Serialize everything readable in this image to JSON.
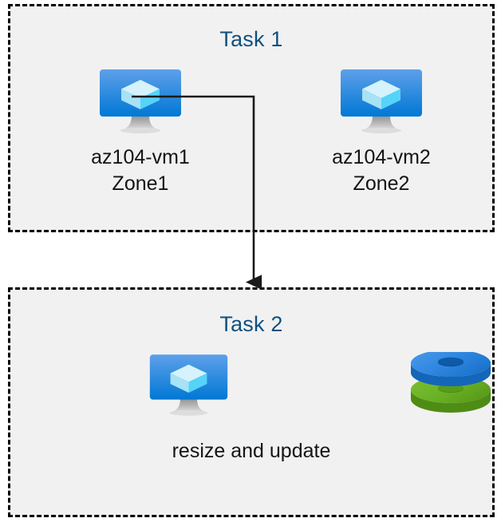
{
  "diagram": {
    "title": "Azure VM tasks diagram",
    "background_color": "#FFFFFF",
    "box_fill_color": "#F1F1F1",
    "box_border_color": "#000000",
    "title_color": "#10507F",
    "label_color": "#141414",
    "connector_color": "#1A1A1A"
  },
  "task1": {
    "title": "Task 1",
    "nodes": [
      {
        "icon": "azure-virtual-machine-icon",
        "label": "az104-vm1\nZone1",
        "name": "az104-vm1",
        "zone": "Zone1"
      },
      {
        "icon": "azure-virtual-machine-icon",
        "label": "az104-vm2\nZone2",
        "name": "az104-vm2",
        "zone": "Zone2"
      }
    ]
  },
  "task2": {
    "title": "Task 2",
    "icons": [
      {
        "icon": "azure-virtual-machine-icon"
      },
      {
        "icon": "azure-disks-icon"
      }
    ],
    "caption": "resize and update"
  },
  "connector": {
    "from": "az104-vm1",
    "to": "task2",
    "style": "elbow-arrow",
    "arrowhead": "filled-triangle"
  },
  "icon_colors": {
    "monitor_screen_top": "#5EA0EA",
    "monitor_screen_bottom": "#0078D4",
    "monitor_cube_light": "#C3ECFB",
    "monitor_cube_mid": "#9BDDF7",
    "monitor_cube_bright": "#50D2F7",
    "monitor_stand": "#A9A9A9",
    "disk_blue_top": "#3C91E6",
    "disk_blue_side": "#1B74CC",
    "disk_blue_hole": "#0D5CA8",
    "disk_green_top": "#6EB52A",
    "disk_green_side": "#559412",
    "disk_green_hole": "#4E9417"
  }
}
